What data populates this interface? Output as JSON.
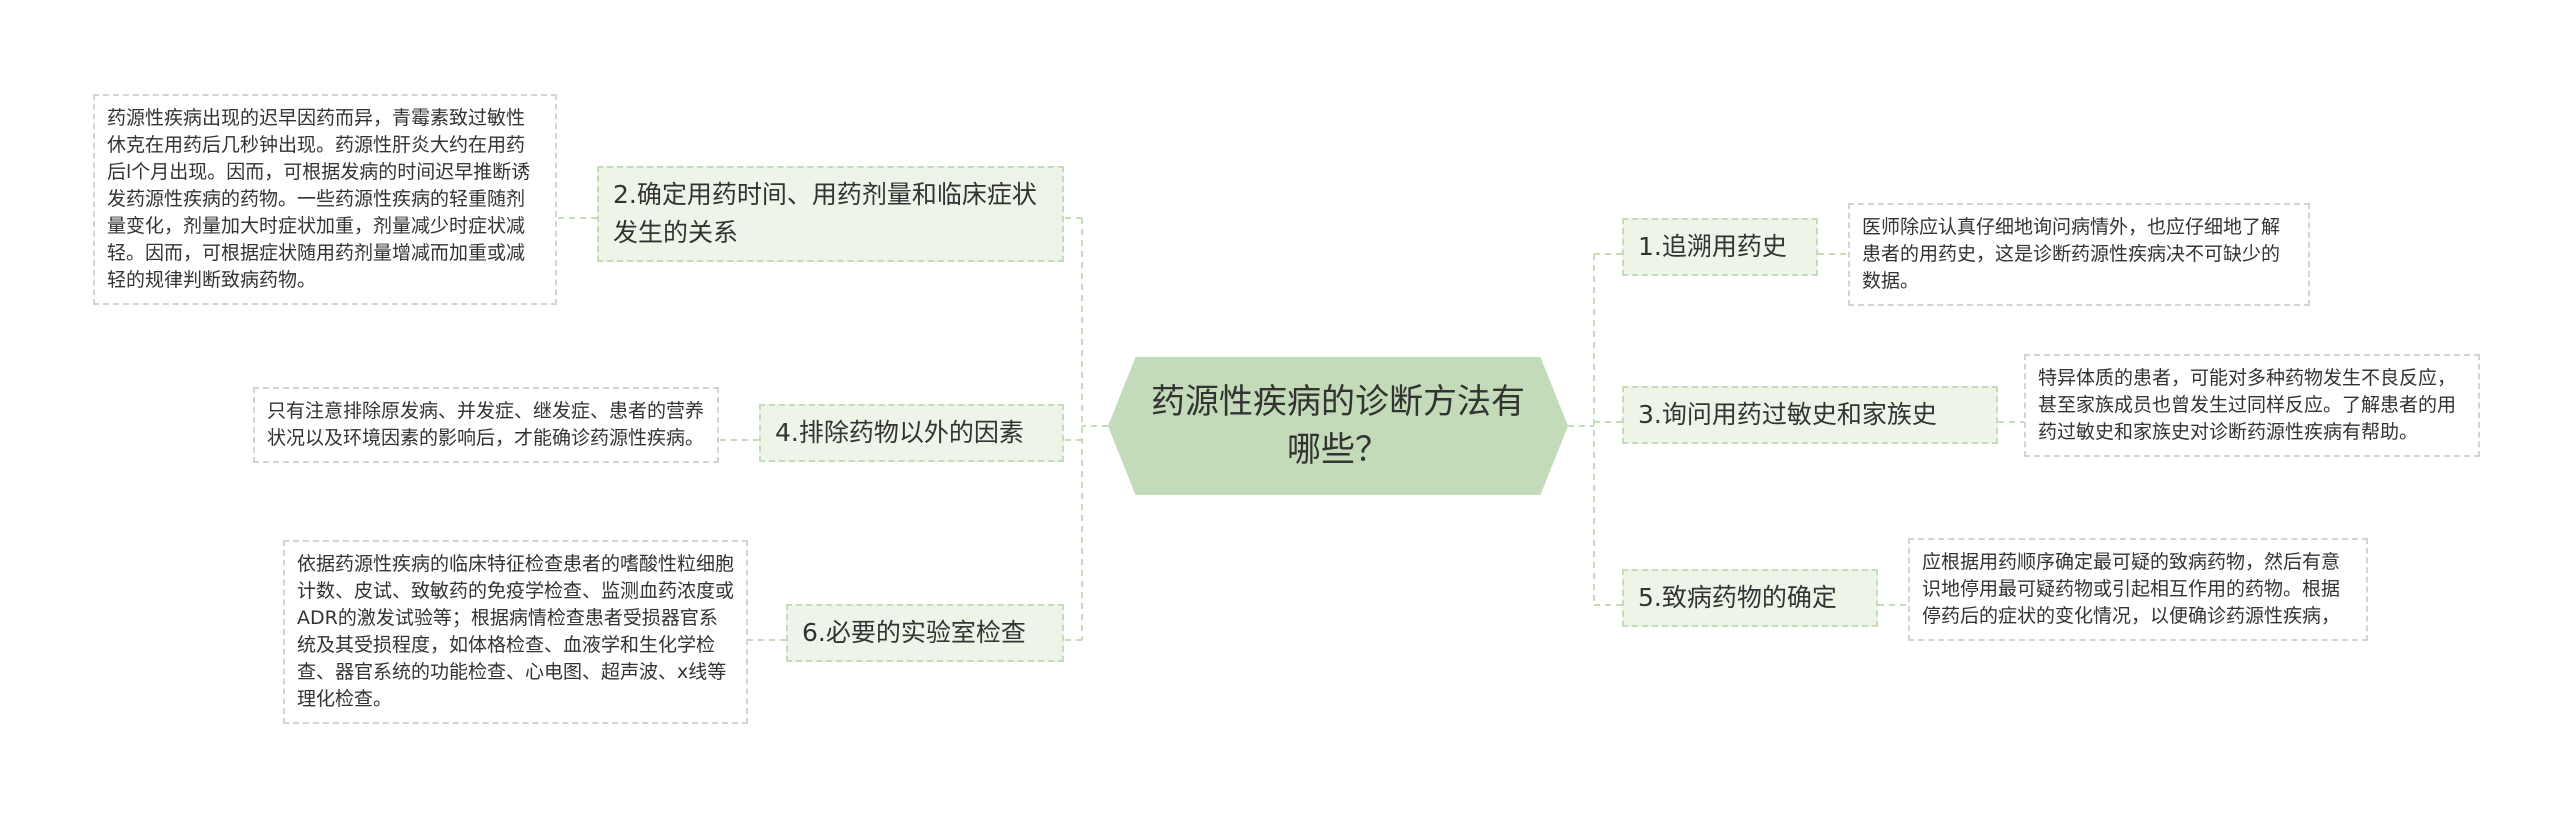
{
  "mindmap": {
    "root": "药源性疾病的诊断方法有哪些？",
    "branches": [
      {
        "label": "1.追溯用药史",
        "note": "医师除应认真仔细地询问病情外，也应仔细地了解患者的用药史，这是诊断药源性疾病决不可缺少的数据。"
      },
      {
        "label": "2.确定用药时间、用药剂量和临床症状发生的关系",
        "note": "药源性疾病出现的迟早因药而异，青霉素致过敏性休克在用药后几秒钟出现。药源性肝炎大约在用药后l个月出现。因而，可根据发病的时间迟早推断诱发药源性疾病的药物。一些药源性疾病的轻重随剂量变化，剂量加大时症状加重，剂量减少时症状减轻。因而，可根据症状随用药剂量增减而加重或减轻的规律判断致病药物。"
      },
      {
        "label": "3.询问用药过敏史和家族史",
        "note": "特异体质的患者，可能对多种药物发生不良反应，甚至家族成员也曾发生过同样反应。了解患者的用药过敏史和家族史对诊断药源性疾病有帮助。"
      },
      {
        "label": "4.排除药物以外的因素",
        "note": "只有注意排除原发病、并发症、继发症、患者的营养状况以及环境因素的影响后，才能确诊药源性疾病。"
      },
      {
        "label": "5.致病药物的确定",
        "note": "应根据用药顺序确定最可疑的致病药物，然后有意识地停用最可疑药物或引起相互作用的药物。根据停药后的症状的变化情况，以便确诊药源性疾病，"
      },
      {
        "label": "6.必要的实验室检查",
        "note": "依据药源性疾病的临床特征检查患者的嗜酸性粒细胞计数、皮试、致敏药的免疫学检查、监测血药浓度或ADR的激发试验等；根据病情检查患者受损器官系统及其受损程度，如体格检查、血液学和生化学检查、器官系统的功能检查、心电图、超声波、x线等理化检查。"
      }
    ]
  },
  "colors": {
    "root_fill": "#c3dbb8",
    "branch_fill": "#eef5e8",
    "branch_border": "#c5dcbb",
    "note_border": "#d4d4d4",
    "connector": "#c5dcbb"
  }
}
